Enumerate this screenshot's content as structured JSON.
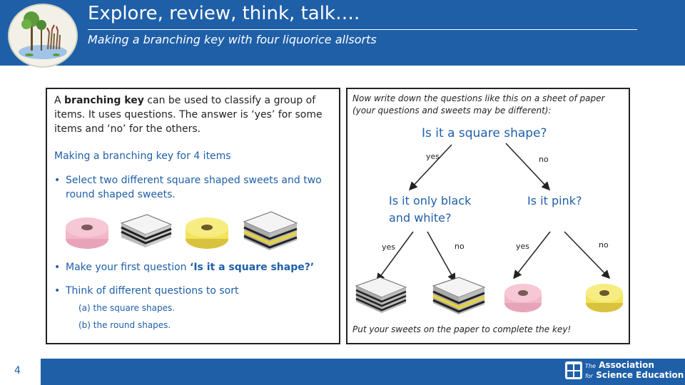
{
  "header": {
    "title": "Explore, review, think, talk….",
    "subtitle": "Making a branching key with four liquorice allsorts"
  },
  "left_panel": {
    "intro_prefix": "A ",
    "intro_bold": "branching key",
    "intro_rest": " can be used to classify a group of items. It uses questions. The answer is ‘yes’ for some items and ‘no’ for the others.",
    "section_heading": "Making a branching key for 4 items",
    "bullet_char": "•",
    "bullet1": "Select two different square shaped sweets and two round shaped sweets.",
    "bullet2_prefix": "Make your first question ",
    "bullet2_bold": "‘Is it a square shape?’",
    "bullet3": "Think of different questions to sort",
    "sub_a": "(a) the square shapes.",
    "sub_b": "(b) the round shapes."
  },
  "right_panel": {
    "intro": "Now write down the questions like this on a sheet of paper (your questions and sweets may be different):",
    "q_root": "Is it a square shape?",
    "yes": "yes",
    "no": "no",
    "q_left_line1": "Is it only black",
    "q_left_line2": "and white?",
    "q_right": "Is it pink?",
    "footer": "Put your sweets on the paper to complete the key!"
  },
  "colors": {
    "brand_blue": "#1f5fa8",
    "pink_sweet": "#f2b8c8",
    "yellow_sweet": "#f2e35a"
  },
  "footer": {
    "page_number": "4",
    "org_prefix": "The",
    "org_line1": "Association",
    "org_for": "for",
    "org_line2": "Science Education"
  }
}
